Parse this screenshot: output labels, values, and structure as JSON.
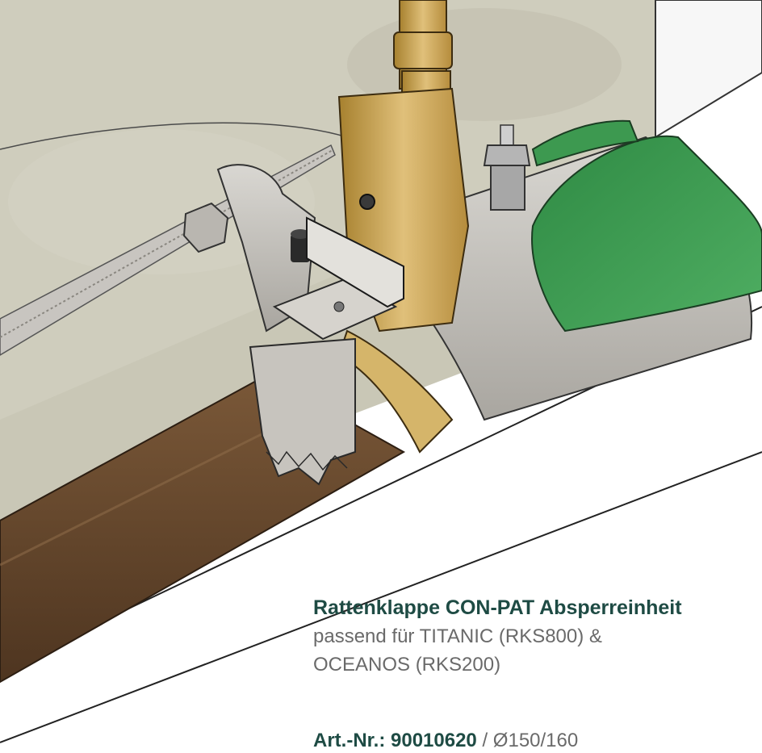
{
  "product": {
    "title": "Rattenklappe CON-PAT Absperreinheit",
    "subtitle": "passend für TITANIC (RKS800) & OCEANOS (RKS200)",
    "art_label": "Art.-Nr.: 90010620",
    "art_sep": " / ",
    "size": "Ø150/160"
  },
  "colors": {
    "brand_green": "#1e4b44",
    "pipe_green": "#3e9a52",
    "brass": "#c9a24e",
    "concrete": "#c8c6b5",
    "brown_pipe": "#6a4a2e"
  }
}
